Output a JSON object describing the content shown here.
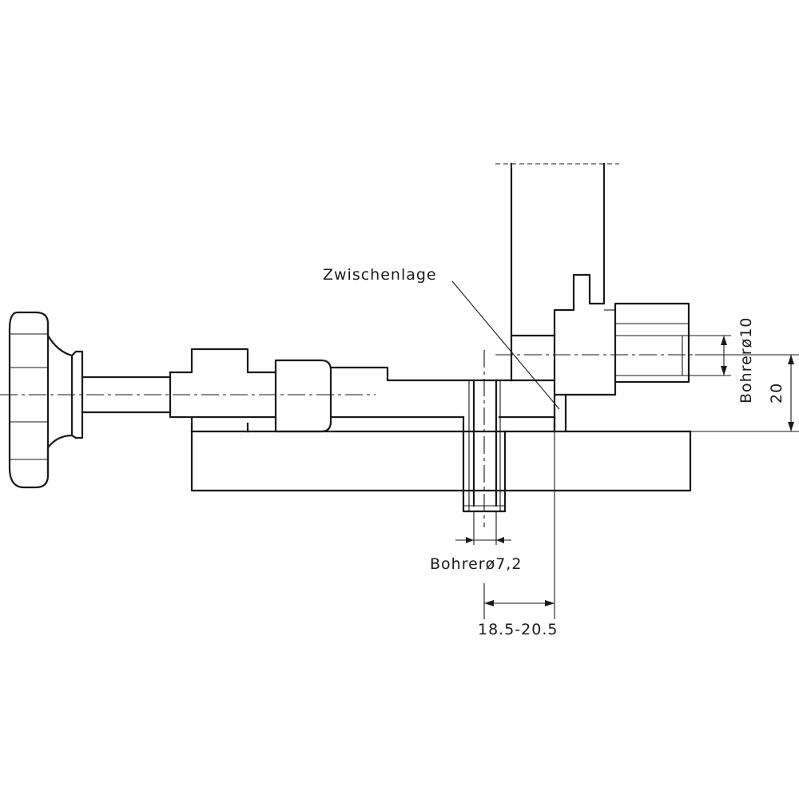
{
  "labels": {
    "zwischenlage": "Zwischenlage",
    "bohrer_small": "Bohrerø7,2",
    "bohrer_large": "Bohrerø10",
    "dim_20": "20",
    "dim_range": "18.5-20.5"
  }
}
